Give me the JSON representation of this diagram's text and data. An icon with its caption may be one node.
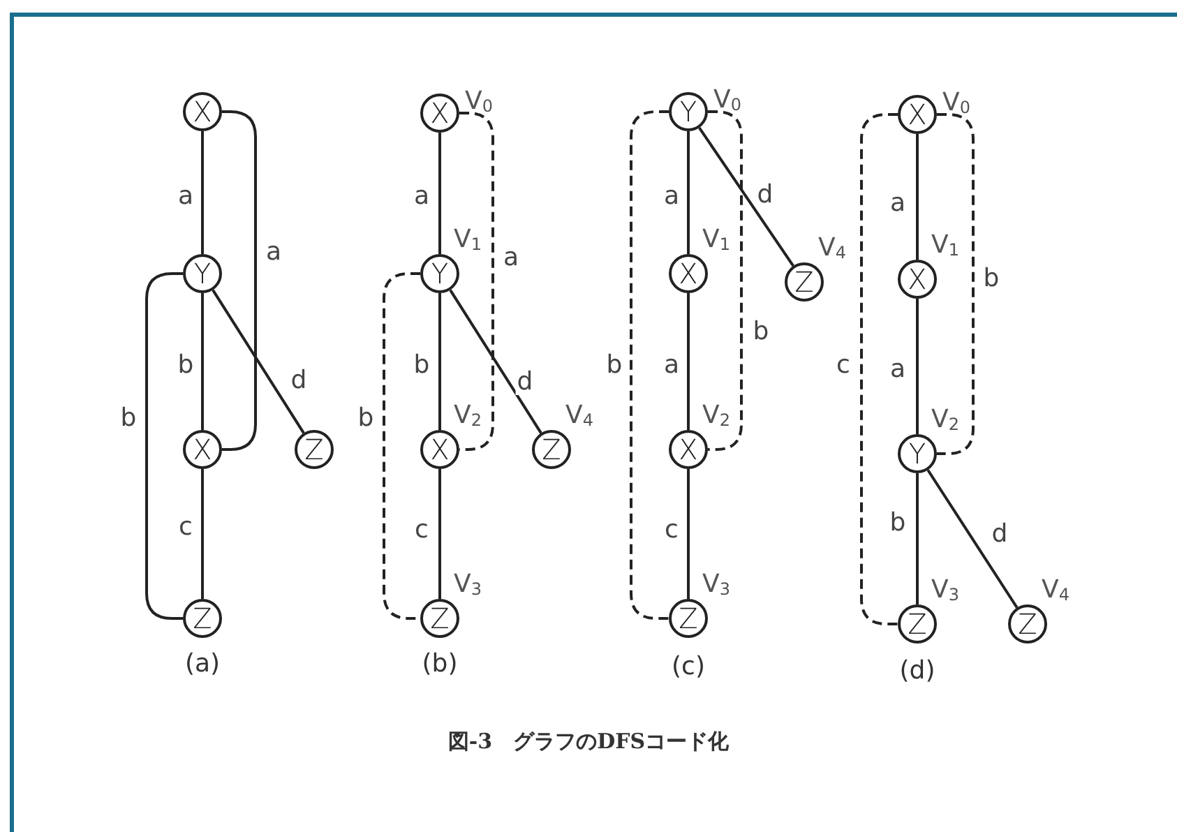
{
  "diagram": {
    "caption": "図-3　グラフの**DFS**コード化",
    "nodes": [
      {
        "text": [
          "X"
        ]
      },
      {
        "text": [
          "Y"
        ]
      },
      {
        "text": [
          "X"
        ]
      },
      {
        "text": [
          "Z"
        ]
      },
      {
        "text": [
          "Z"
        ]
      },
      {
        "text": [
          "X"
        ],
        "beside": [
          "V$_{0}$"
        ]
      },
      {
        "text": [
          "Y"
        ],
        "beside": [
          "V$_{1}$"
        ]
      },
      {
        "text": [
          "X"
        ],
        "beside": [
          "V$_{2}$"
        ]
      },
      {
        "text": [
          "Z"
        ],
        "beside": [
          "V$_{4}$"
        ]
      },
      {
        "text": [
          "Z"
        ],
        "beside": [
          "V$_{3}$"
        ]
      },
      {
        "text": [
          "Y"
        ],
        "beside": [
          "V$_{0}$"
        ]
      },
      {
        "text": [
          "X"
        ],
        "beside": [
          "V$_{1}$"
        ]
      },
      {
        "text": [
          "Z"
        ],
        "beside": [
          "V$_{4}$"
        ]
      },
      {
        "text": [
          "X"
        ],
        "beside": [
          "V$_{2}$"
        ]
      },
      {
        "text": [
          "Z"
        ],
        "beside": [
          "V$_{3}$"
        ]
      },
      {
        "text": [
          "X"
        ],
        "beside": [
          "V$_{0}$"
        ]
      },
      {
        "text": [
          "X"
        ],
        "beside": [
          "V$_{1}$"
        ]
      },
      {
        "text": [
          "Y"
        ],
        "beside": [
          "V$_{2}$"
        ]
      },
      {
        "text": [
          "Z"
        ],
        "beside": [
          "V$_{3}$"
        ]
      },
      {
        "text": [
          "Z"
        ],
        "beside": [
          "V$_{4}$"
        ]
      }
    ],
    "edges": [
      {
        "from": 0,
        "to": 1,
        "arrow": "none",
        "label": "a"
      },
      {
        "from": 0,
        "to": 2,
        "arrow": "none",
        "label": "a"
      },
      {
        "from": 1,
        "to": 2,
        "arrow": "none",
        "label": "b"
      },
      {
        "from": 1,
        "to": 4,
        "arrow": "none",
        "label": "b"
      },
      {
        "from": 1,
        "to": 3,
        "arrow": "none",
        "label": "d"
      },
      {
        "from": 2,
        "to": 4,
        "arrow": "none",
        "label": "c"
      },
      {
        "from": 5,
        "to": 6,
        "arrow": "none",
        "label": "a"
      },
      {
        "from": 5,
        "to": 7,
        "arrow": "none",
        "label": "a",
        "style": "dashed"
      },
      {
        "from": 6,
        "to": 7,
        "arrow": "none",
        "label": "b"
      },
      {
        "from": 6,
        "to": 9,
        "arrow": "none",
        "label": "b",
        "style": "dashed"
      },
      {
        "from": 6,
        "to": 8,
        "arrow": "none",
        "label": "d"
      },
      {
        "from": 7,
        "to": 9,
        "arrow": "none",
        "label": "c"
      },
      {
        "from": 10,
        "to": 11,
        "arrow": "none",
        "label": "a"
      },
      {
        "from": 10,
        "to": 12,
        "arrow": "none",
        "label": "d"
      },
      {
        "from": 10,
        "to": 13,
        "arrow": "none",
        "label": "b",
        "style": "dashed"
      },
      {
        "from": 10,
        "to": 14,
        "arrow": "none",
        "label": "b",
        "style": "dashed"
      },
      {
        "from": 11,
        "to": 13,
        "arrow": "none",
        "label": "a"
      },
      {
        "from": 13,
        "to": 14,
        "arrow": "none",
        "label": "c"
      },
      {
        "from": 15,
        "to": 16,
        "arrow": "none",
        "label": "a"
      },
      {
        "from": 15,
        "to": 17,
        "arrow": "none",
        "label": "b",
        "style": "dashed"
      },
      {
        "from": 15,
        "to": 18,
        "arrow": "none",
        "label": "c",
        "style": "dashed"
      },
      {
        "from": 16,
        "to": 17,
        "arrow": "none",
        "label": "a"
      },
      {
        "from": 17,
        "to": 18,
        "arrow": "none",
        "label": "b"
      },
      {
        "from": 17,
        "to": 19,
        "arrow": "none",
        "label": "d"
      }
    ],
    "labels": [
      "(a)",
      "(b)",
      "(c)",
      "(d)"
    ]
  }
}
